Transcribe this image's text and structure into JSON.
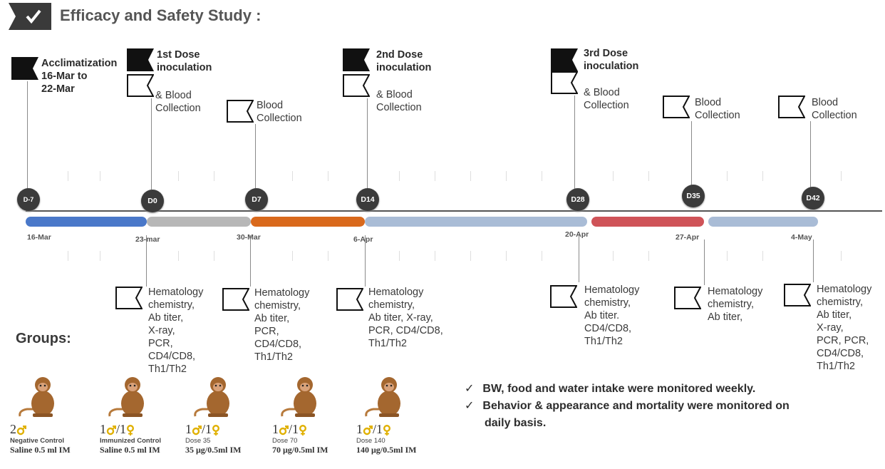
{
  "title": "Efficacy and Safety Study :",
  "top_events": [
    {
      "id": "acclim",
      "lines": [
        "Acclimatization",
        "16-Mar to",
        "22-Mar"
      ]
    },
    {
      "id": "dose1",
      "dose_title": [
        "1st Dose",
        "inoculation"
      ],
      "blood": [
        "& Blood",
        "Collection"
      ]
    },
    {
      "id": "d7",
      "lines": [
        "Blood",
        "Collection"
      ]
    },
    {
      "id": "dose2",
      "dose_title": [
        "2nd Dose",
        "inoculation"
      ],
      "blood": [
        "& Blood",
        "Collection"
      ]
    },
    {
      "id": "dose3",
      "dose_title": [
        "3rd Dose",
        "inoculation"
      ],
      "blood": [
        "& Blood",
        "Collection"
      ]
    },
    {
      "id": "d35",
      "lines": [
        "Blood",
        "Collection"
      ]
    },
    {
      "id": "d42",
      "lines": [
        "Blood",
        "Collection"
      ]
    }
  ],
  "nodes": [
    "D-7",
    "D0",
    "D7",
    "D14",
    "D28",
    "D35",
    "D42"
  ],
  "dates": [
    "16-Mar",
    "23-mar",
    "30-Mar",
    "6-Apr",
    "20-Apr",
    "27-Apr",
    "4-May"
  ],
  "segment_colors": [
    "#4a78c9",
    "#b7b7b7",
    "#d9691c",
    "#a9bcd6",
    "#cf5358",
    "#a9bcd6"
  ],
  "bottom_events": [
    [
      "Hematology",
      "chemistry,",
      "Ab titer,",
      " X-ray,",
      "PCR,",
      "CD4/CD8,",
      "Th1/Th2"
    ],
    [
      "Hematology",
      "chemistry,",
      "Ab titer,",
      "PCR,",
      "CD4/CD8,",
      "Th1/Th2"
    ],
    [
      "Hematology",
      "chemistry,",
      "Ab titer,  X-ray,",
      "PCR,  CD4/CD8,",
      "Th1/Th2"
    ],
    [
      "Hematology",
      "chemistry,",
      "Ab titer.",
      "CD4/CD8,",
      "Th1/Th2"
    ],
    [
      "Hematology",
      "chemistry,",
      "Ab titer,"
    ],
    [
      "Hematology",
      "chemistry,",
      "Ab titer,",
      " X-ray,",
      "PCR, PCR,",
      "CD4/CD8,",
      "Th1/Th2"
    ]
  ],
  "groups_title": "Groups:",
  "groups": [
    {
      "count": "2",
      "name": "Negative Control",
      "dose": "Saline 0.5 ml IM",
      "bold": true
    },
    {
      "count": "1",
      "count2": "/1",
      "name": "Immunized Control",
      "dose": "Saline 0.5 ml IM",
      "bold": true
    },
    {
      "count": "1",
      "count2": "/1",
      "name": "Dose 35",
      "dose": "35 μg/0.5ml IM",
      "bold": false
    },
    {
      "count": "1",
      "count2": "/1",
      "name": "Dose 70",
      "dose": "70 μg/0.5ml IM",
      "bold": false
    },
    {
      "count": "1",
      "count2": "/1",
      "name": "Dose 140",
      "dose": "140 μg/0.5ml IM",
      "bold": false
    }
  ],
  "notes": [
    "BW, food and water intake were monitored weekly.",
    "Behavior & appearance and mortality were monitored on",
    "daily basis."
  ],
  "check_symbol": "✓"
}
